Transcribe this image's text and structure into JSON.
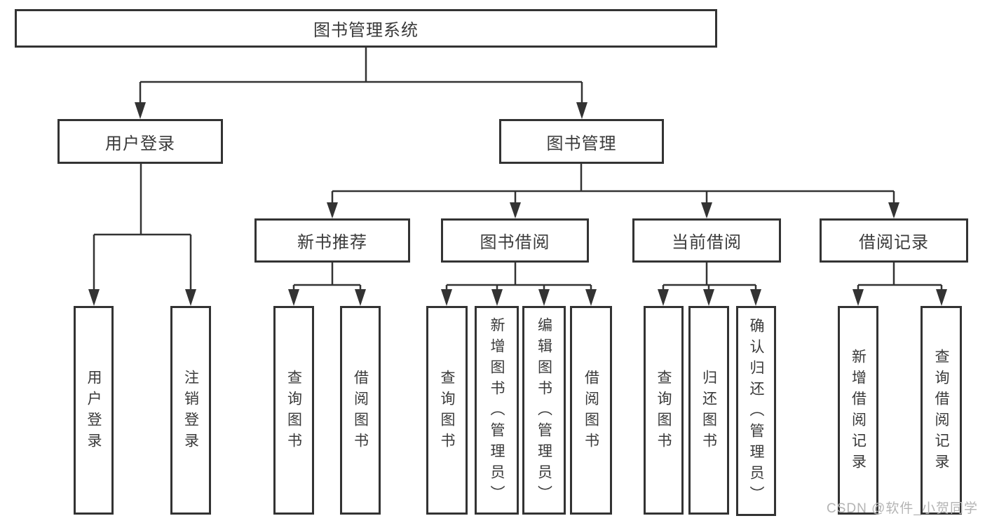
{
  "tree": {
    "label": "图书管理系统",
    "children": [
      {
        "label": "用户登录",
        "children": [
          {
            "label": "用户登录"
          },
          {
            "label": "注销登录"
          }
        ]
      },
      {
        "label": "图书管理",
        "children": [
          {
            "label": "新书推荐",
            "children": [
              {
                "label": "查询图书"
              },
              {
                "label": "借阅图书"
              }
            ]
          },
          {
            "label": "图书借阅",
            "children": [
              {
                "label": "查询图书"
              },
              {
                "label": "新增图书（管理员）"
              },
              {
                "label": "编辑图书（管理员）"
              },
              {
                "label": "借阅图书"
              }
            ]
          },
          {
            "label": "当前借阅",
            "children": [
              {
                "label": "查询图书"
              },
              {
                "label": "归还图书"
              },
              {
                "label": "确认归还（管理员）"
              }
            ]
          },
          {
            "label": "借阅记录",
            "children": [
              {
                "label": "新增借阅记录"
              },
              {
                "label": "查询借阅记录"
              }
            ]
          }
        ]
      }
    ]
  },
  "watermark": {
    "text": "CSDN @软件_小贺同学"
  },
  "style": {
    "line_color": "#333333",
    "text_color": "#3a3a3a",
    "watermark_color": "#b4b4b4",
    "background": "#ffffff"
  }
}
